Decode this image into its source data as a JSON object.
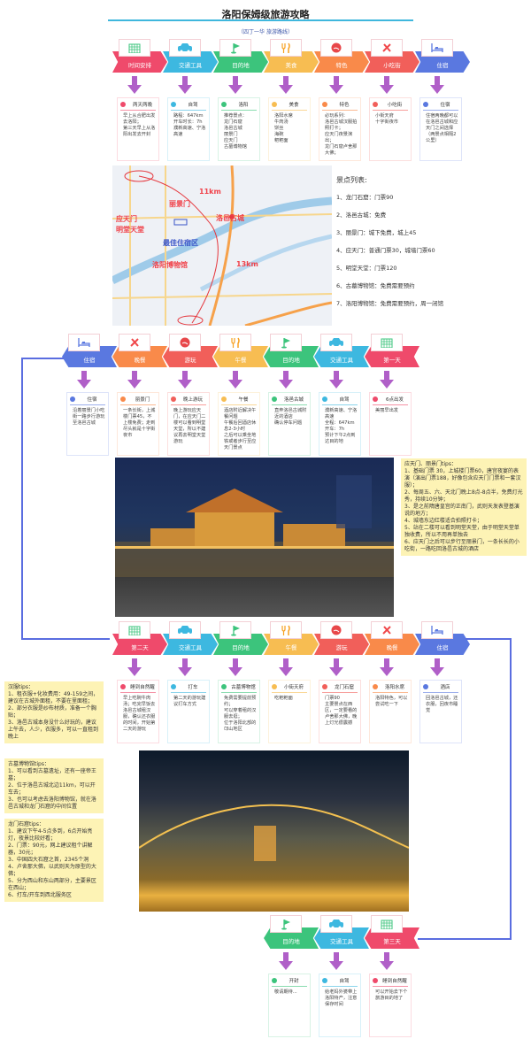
{
  "title": "洛阳保姆级旅游攻略",
  "subtitle": "（四丁一华 旅游路线）",
  "colors": {
    "red": "#ef4a6b",
    "blue": "#3db8e0",
    "green": "#3cc47c",
    "yellow": "#f7bd52",
    "orange": "#f98a4a",
    "coral": "#f15f5a",
    "indigo": "#5a78e0",
    "arrow": "#b05fc8",
    "connector": "#5a6de0"
  },
  "rows": [
    {
      "dir": "r",
      "steps": [
        {
          "label": "时间安排",
          "icon": "calendar-icon",
          "color": "#ef4a6b",
          "card_title": "两天两晚",
          "card_body": "早上从合肥出发去洛阳；\n第三天早上从洛阳出发去开封"
        },
        {
          "label": "交通工具",
          "icon": "car-icon",
          "color": "#3db8e0",
          "card_title": "自驾",
          "card_body": "路程：647km\n开车时长：7h\n濮新高速、宁洛高速"
        },
        {
          "label": "目的地",
          "icon": "flag-icon",
          "color": "#3cc47c",
          "card_title": "洛阳",
          "card_body": "推荐景点：\n龙门石窟\n洛邑古城\n丽景门\n应天门\n古墓博物馆"
        },
        {
          "label": "美食",
          "icon": "fork-knife-icon",
          "color": "#f7bd52",
          "card_title": "美食",
          "card_body": "洛阳水席\n牛肉汤\n饼丝\n海碗\n粑粑面"
        },
        {
          "label": "特色",
          "icon": "tour-icon",
          "color": "#f98a4a",
          "card_title": "特色",
          "card_body": "必玩系列：\n洛邑古城汉服拍照打卡；\n应天门夜景演出；\n龙门石窟卢舍那大佛；"
        },
        {
          "label": "小吃街",
          "icon": "snack-icon",
          "color": "#f15f5a",
          "card_title": "小吃街",
          "card_body": "小街天府\n十字街夜市"
        },
        {
          "label": "住宿",
          "icon": "bed-icon",
          "color": "#5a78e0",
          "card_title": "住宿",
          "card_body": "住宿两晚都可以在洛邑古城和应天门之间选择（两景点相隔2公里）"
        }
      ]
    },
    {
      "dir": "l",
      "steps": [
        {
          "label": "住宿",
          "icon": "bed-icon",
          "color": "#5a78e0",
          "card_title": "住宿",
          "card_body": "沿着丽景门小吃街一路步行游玩至洛邑古城"
        },
        {
          "label": "晚餐",
          "icon": "snack-icon",
          "color": "#f98a4a",
          "card_title": "丽景门",
          "card_body": "一条长街，上城楼门票45，不上楼免费；走到尽头就是十字街夜市"
        },
        {
          "label": "游玩",
          "icon": "tour-icon",
          "color": "#f15f5a",
          "card_title": "晚上游玩",
          "card_body": "晚上游玩应天门，在应天门二楼可以看到明堂天堂，所以不建议再去明堂天堂游玩"
        },
        {
          "label": "午餐",
          "icon": "fork-knife-icon",
          "color": "#f7bd52",
          "card_title": "午餐",
          "card_body": "酒店附近解决午餐问题\n午餐后回酒店休息2-3小时\n之后可以乘坐地铁或者步行至应天门景点"
        },
        {
          "label": "目的地",
          "icon": "flag-icon",
          "color": "#3cc47c",
          "card_title": "洛邑古城",
          "card_body": "直奔洛邑古城附近的酒店\n确认停车问题"
        },
        {
          "label": "交通工具",
          "icon": "car-icon",
          "color": "#3db8e0",
          "card_title": "自驾",
          "card_body": "濮新高速、宁洛高速\n全程：647km\n开车：7h\n预计下午2点到达目的地"
        },
        {
          "label": "第一天",
          "icon": "calendar-icon",
          "color": "#ef4a6b",
          "card_title": "6点出发",
          "card_body": "美丽早出发"
        }
      ]
    },
    {
      "dir": "r",
      "steps": [
        {
          "label": "第二天",
          "icon": "calendar-icon",
          "color": "#ef4a6b",
          "card_title": "睡到自然醒",
          "card_body": "早上吃碗牛肉汤；吃完早饭去洛邑古城租汉服，确认还衣服的时间，开始第二天的游玩"
        },
        {
          "label": "交通工具",
          "icon": "car-icon",
          "color": "#3db8e0",
          "card_title": "打车",
          "card_body": "第二天的游玩建议打车方式"
        },
        {
          "label": "目的地",
          "icon": "flag-icon",
          "color": "#3cc47c",
          "card_title": "古墓博物馆",
          "card_body": "免费需要提前预约；\n可以穿着租的汉服去逛；\n位于洛阳北部的邙山地区"
        },
        {
          "label": "午餐",
          "icon": "fork-knife-icon",
          "color": "#f7bd52",
          "card_title": "小街天府",
          "card_body": "吃粑粑面"
        },
        {
          "label": "游玩",
          "icon": "tour-icon",
          "color": "#f15f5a",
          "card_title": "龙门石窟",
          "card_body": "门票90\n主要景点在西区，一定要看的卢舍那大佛，晚上灯光很震撼"
        },
        {
          "label": "晚餐",
          "icon": "snack-icon",
          "color": "#f98a4a",
          "card_title": "洛阳水席",
          "card_body": "洛阳特色，可以尝试吃一下"
        },
        {
          "label": "住宿",
          "icon": "bed-icon",
          "color": "#5a78e0",
          "card_title": "酒店",
          "card_body": "回洛邑古城，还衣服，回夜市睡觉"
        }
      ]
    },
    {
      "dir": "l",
      "steps": [
        {
          "label": "目的地",
          "icon": "flag-icon",
          "color": "#3cc47c",
          "card_title": "开封",
          "card_body": "敬请期待..."
        },
        {
          "label": "交通工具",
          "icon": "car-icon",
          "color": "#3db8e0",
          "card_title": "自驾",
          "card_body": "给老妈外婆带上洛阳特产，注意保存时间"
        },
        {
          "label": "第三天",
          "icon": "calendar-icon",
          "color": "#ef4a6b",
          "card_title": "睡到自然醒",
          "card_body": "可以开始去下个旅游目的地了"
        }
      ]
    }
  ],
  "map": {
    "labels": {
      "lijingmen": "丽景门",
      "luoyi": "洛邑古城",
      "yingtian": "应天门",
      "mingtang": "明堂天堂",
      "best": "最佳住宿区",
      "museum": "洛阳博物馆",
      "d1": "11km",
      "d2": "13km"
    }
  },
  "spots": {
    "heading": "景点列表:",
    "items": [
      "1、龙门石窟：门票90",
      "2、洛邑古城：免费",
      "3、丽景门：城下免费，城上45",
      "4、应天门：普通门票30，城墙门票60",
      "5、明堂天堂：门票120",
      "6、古墓博物馆：免费需要预约",
      "7、洛阳博物馆：免费需要预约，周一闭馆"
    ]
  },
  "notes": {
    "yingtian": "应天门、丽景门tips：\n1、基础门票 30，上城楼门票60，唐宫夜宴的表演（演出门票188，好像包含应天门门票和一套汉服）；\n2、每周五、六、天北门晚上8点-8点半，免费灯光秀，持续10分钟；\n3、是之前隋唐皇宫的正南门，武则天发表登基演说的地方；\n4、城墙东边红楼适合拍照打卡；\n5、站在二楼可以看到明堂天堂，由于明堂天堂单独收费，所以不用再单独去\n6、应天门之后可以步行至丽景门，一条长长的小吃街，一路吃回洛邑古城的酒店",
    "hanfu": "汉服tips：\n1、租衣服+化妆费用：49-159之间，建议在古城外面租，不要在里面租；\n2、部分衣服是纱布材质，准备一个胸贴；\n3、洛邑古城本身没什么好玩的，建议上午去，人少，衣服多，可以一直租到晚上",
    "tomb": "古墓博物馆tips：\n1、可以看到古墓遗址，还有一座帝王墓；\n2、位于洛邑古城北边11km，可以开车去；\n3、也可以考虑去洛阳博物馆，就在洛邑古城和龙门石窟的中间位置",
    "longmen": "龙门石窟tips：\n1、建议下午4-5点多到，6点开始亮灯，夜景比较好看；\n2、门票：90元，网上建议租个讲解器，30元；\n3、中国四大石窟之首，2345个洞\n4、卢舍那大佛，以武则天为原型的大佛；\n5、分为西山和东山两部分，主要景区在西山；\n6、打车/开车到西北服务区"
  }
}
